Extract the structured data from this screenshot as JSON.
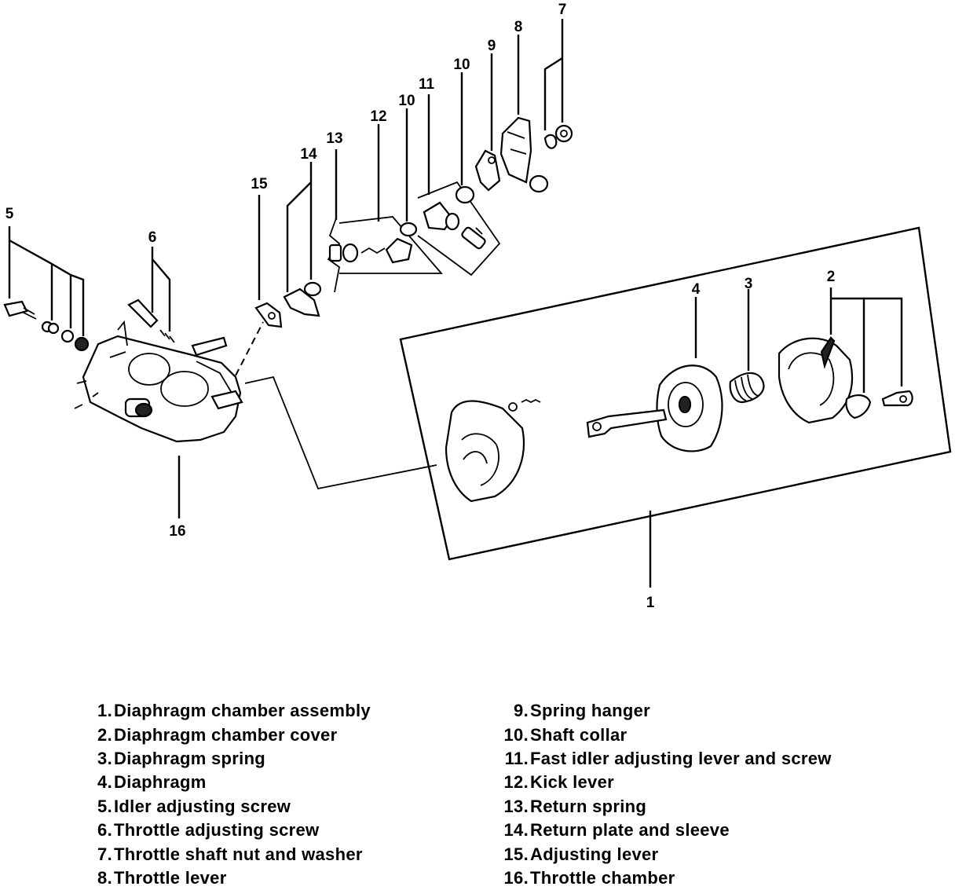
{
  "callouts": [
    "1",
    "2",
    "3",
    "4",
    "5",
    "6",
    "7",
    "8",
    "9",
    "10",
    "10",
    "11",
    "12",
    "13",
    "14",
    "15",
    "16"
  ],
  "legend": {
    "left": [
      {
        "num": "1.",
        "text": "Diaphragm chamber assembly"
      },
      {
        "num": "2.",
        "text": "Diaphragm chamber cover"
      },
      {
        "num": "3.",
        "text": "Diaphragm spring"
      },
      {
        "num": "4.",
        "text": "Diaphragm"
      },
      {
        "num": "5.",
        "text": "Idler adjusting screw"
      },
      {
        "num": "6.",
        "text": "Throttle adjusting screw"
      },
      {
        "num": "7.",
        "text": "Throttle shaft nut and washer"
      },
      {
        "num": "8.",
        "text": "Throttle lever"
      }
    ],
    "right": [
      {
        "num": "9.",
        "text": "Spring hanger"
      },
      {
        "num": "10.",
        "text": "Shaft collar"
      },
      {
        "num": "11.",
        "text": "Fast idler adjusting lever and screw"
      },
      {
        "num": "12.",
        "text": "Kick lever"
      },
      {
        "num": "13.",
        "text": "Return spring"
      },
      {
        "num": "14.",
        "text": "Return plate and sleeve"
      },
      {
        "num": "15.",
        "text": "Adjusting lever"
      },
      {
        "num": "16.",
        "text": "Throttle chamber"
      }
    ]
  }
}
